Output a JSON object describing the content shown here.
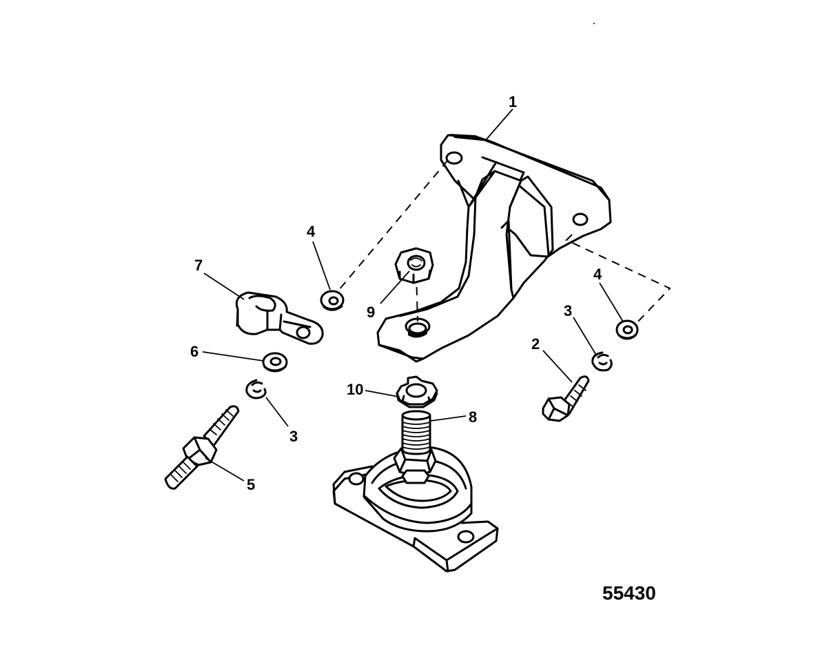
{
  "figure_number": "55430",
  "callouts": {
    "bracket": "1",
    "bolt": "2",
    "lock_washer_right": "3",
    "lock_washer_left": "3",
    "flat_washer_left": "4",
    "flat_washer_right": "4",
    "stud": "5",
    "washer": "6",
    "clamp": "7",
    "engine_mount": "8",
    "nut": "9",
    "tab_washer": "10"
  }
}
